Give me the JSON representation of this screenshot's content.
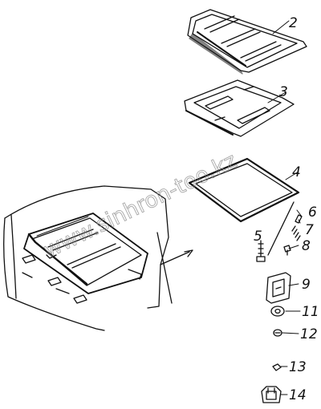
{
  "callouts": [
    "2",
    "3",
    "4",
    "5",
    "6",
    "7",
    "8",
    "9",
    "11",
    "12",
    "13",
    "14"
  ],
  "watermark": "www.sinhron-too.kz"
}
